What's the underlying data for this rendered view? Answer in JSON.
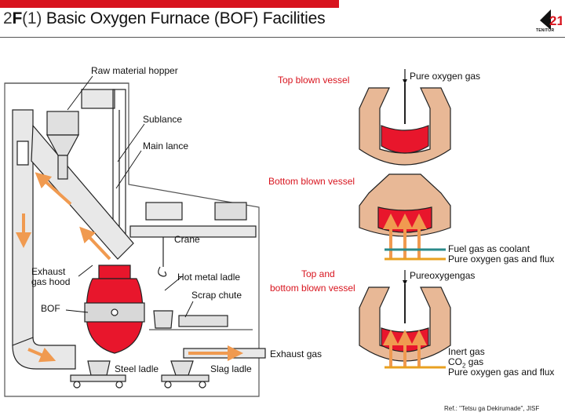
{
  "title": {
    "prefix": "2",
    "letter": "F",
    "paren": "(1)",
    "text": " Basic Oxygen Furnace (BOF) Facilities"
  },
  "logo": {
    "glyph": "21",
    "caption": "TENITOR"
  },
  "plant_labels": {
    "raw_hopper": "Raw material hopper",
    "sublance": "Sublance",
    "main_lance": "Main lance",
    "crane": "Crane",
    "exhaust_hood_1": "Exhaust",
    "exhaust_hood_2": "gas hood",
    "hot_metal_ladle": "Hot metal ladle",
    "scrap_chute": "Scrap chute",
    "bof": "BOF",
    "exhaust_gas": "Exhaust gas",
    "steel_ladle": "Steel ladle",
    "slag_ladle": "Slag ladle"
  },
  "vessels": {
    "top": {
      "title": "Top blown vessel",
      "gas": "Pure oxygen gas"
    },
    "bottom": {
      "title": "Bottom blown vessel",
      "coolant": "Fuel gas as coolant",
      "flux": "Pure oxygen gas and flux"
    },
    "combined": {
      "title_1": "Top and",
      "title_2": "bottom blown vessel",
      "gas": "Pureoxygengas",
      "inert": "Inert gas",
      "co2_pre": "CO",
      "co2_sub": "2",
      "co2_post": " gas",
      "flux": "Pure oxygen gas and flux"
    }
  },
  "reference": "Ref.: \"Tetsu ga Dekirumade\", JISF",
  "colors": {
    "accent": "#d8141e",
    "vessel_shell": "#e8b896",
    "molten": "#e8162c",
    "arrow": "#f09a50",
    "gas_pipe": "#2a8a8a",
    "flux_pipe": "#e8a020"
  }
}
